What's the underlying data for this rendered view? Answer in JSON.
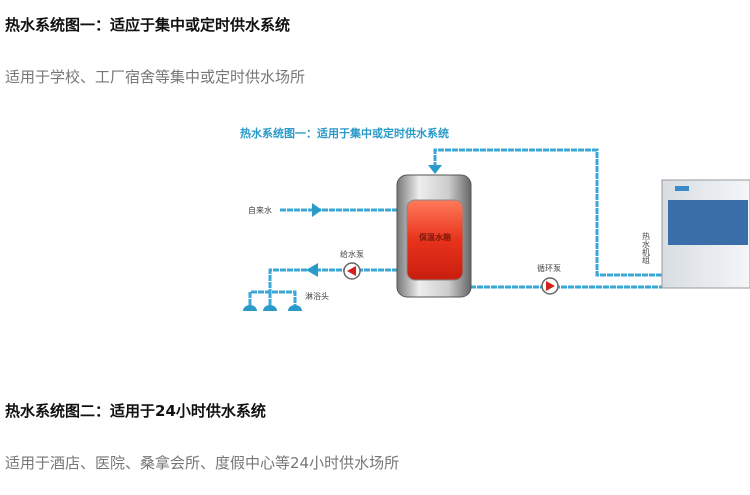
{
  "section1": {
    "heading": "热水系统图一：适应于集中或定时供水系统",
    "description": "适用于学校、工厂宿舍等集中或定时供水场所",
    "diagram": {
      "title": "热水系统图一：适用于集中或定时供水系统",
      "tap_water": "自来水",
      "tank": "保温水箱",
      "supply_pump": "给水泵",
      "shower_heads": "淋浴头",
      "circulation_pump": "循环泵",
      "heater_unit": "热水机组"
    }
  },
  "section2": {
    "heading": "热水系统图二：适用于24小时供水系统",
    "description": "适用于酒店、医院、桑拿会所、度假中心等24小时供水场所"
  },
  "colors": {
    "pipe": "#3aa7d6",
    "tank_red": "#e8331c",
    "title_blue": "#2a9ac8"
  }
}
